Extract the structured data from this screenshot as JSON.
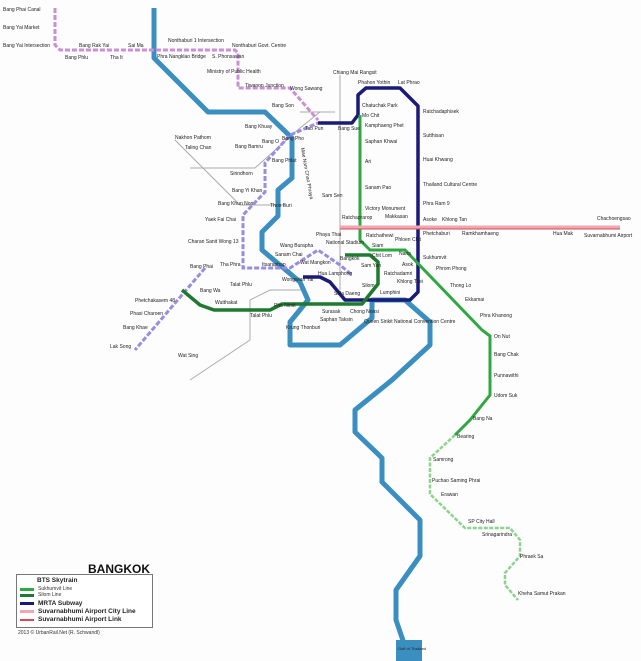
{
  "map_title": "BANGKOK",
  "river_label": "Mae Nam Chao Phraya",
  "gulf_label": "Gulf of Thailand",
  "colors": {
    "sukhumvit": "#2fa843",
    "silom": "#1d7a2e",
    "extension": "#8fd18f",
    "mrt": "#1a1a78",
    "purple": "#c990d6",
    "blue_ext": "#9a8ce0",
    "city_line": "#f0a8b0",
    "airport_link": "#d84a5a",
    "river": "#3b8fc0",
    "rail": "#aaaaaa"
  },
  "stations": [
    "Bang Phai Canal",
    "Bang Yai Market",
    "Bang Yai Intersection",
    "Bang Rak Yai",
    "Bang Phlu",
    "Tha It",
    "Sai Ma",
    "Nonthaburi 1 Intersection",
    "Phra Nangklao Bridge",
    "S. Phonsawan",
    "Nonthaburi Govt. Centre",
    "Ministry of Public Health",
    "Tiwanon Junction",
    "Wong Sawang",
    "Bang Son",
    "Bang Khuay",
    "Tao Pun",
    "Bang Pho",
    "Bang O",
    "Nakhon Pathom",
    "Taling Chan",
    "Bang Bamru",
    "Bang Phlat",
    "Sirindhorn",
    "Bang Yi Khan",
    "Bang Khun Non",
    "Thon Buri",
    "Yaek Fai Chai",
    "Charan Sanit Wong 13",
    "Bang Phai",
    "Tha Phra",
    "Itsaraphap",
    "Bang Wa",
    "Phetchakasem 48",
    "Phasi Charoen",
    "Bang Khae",
    "Lak Song",
    "Wat Sing",
    "Talat Phlu",
    "Wutthakat",
    "Talat Phlu",
    "Pho Nimit",
    "Wongwian Yai",
    "Krung Thonburi",
    "Saphan Taksin",
    "Surasak",
    "Chong Nonsi",
    "Sala Daeng",
    "Hua Lamphong",
    "Wat Mangkon",
    "Sanam Chai",
    "Wang Burapha",
    "Sam Sen",
    "Bangkok",
    "Sam Yan",
    "Silom",
    "Lumphini",
    "Ratchadamri",
    "Chit Lom",
    "Nana",
    "Asok",
    "Khlong Toei",
    "Queen Sirikit National Convention Centre",
    "Phloen Chit",
    "Siam",
    "Ratchathewi",
    "Phaya Thai",
    "National Stadium",
    "Ratchaprarop",
    "Makkasan",
    "Asoke",
    "Khlong Tan",
    "Phetchaburi",
    "Ramkhamhaeng",
    "Hua Mak",
    "Chachoengsao",
    "Suvarnabhumi Airport",
    "Sukhumvit",
    "Phrom Phong",
    "Thong Lo",
    "Ekkamai",
    "Phra Khanong",
    "On Nut",
    "Bang Chak",
    "Punnawithi",
    "Udom Suk",
    "Bang Na",
    "Bearing",
    "Samrong",
    "Puchao Saming Phrai",
    "Erawan",
    "SP City Hall",
    "Srinagarindra",
    "Phraek Sa",
    "Kheha Samut Prakan",
    "Victory Monument",
    "Sanam Pao",
    "Ari",
    "Saphan Khwai",
    "Kamphaeng Phet",
    "Mo Chit",
    "Chatuchak Park",
    "Phahon Yothin",
    "Lat Phrao",
    "Ratchadaphisek",
    "Sutthisan",
    "Huai Khwang",
    "Thailand Cultural Centre",
    "Phra Ram 9",
    "Bang Sue",
    "Chiang Mai Rangsit"
  ],
  "legend": {
    "heading": "BTS Skytrain",
    "sukhumvit": "Sukhumvit Line",
    "silom": "Silom Line",
    "mrt": "MRTA Subway",
    "city_line": "Suvarnabhumi Airport City Line",
    "airport_link": "Suvarnabhumi Airport Link"
  },
  "credit": "2013 © UrbanRail.Net (R. Schwandl)"
}
